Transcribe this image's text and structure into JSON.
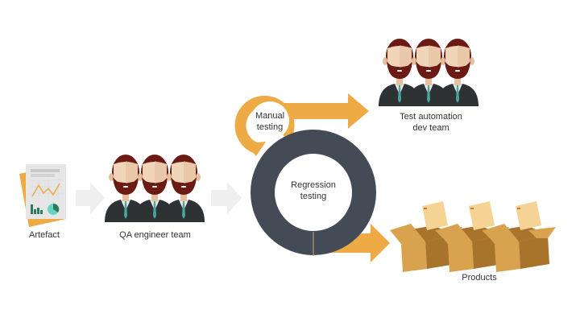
{
  "diagram": {
    "title": "Regression testing workflow",
    "nodes": {
      "artefact": {
        "label": "Artefact"
      },
      "qa_team": {
        "label": "QA engineer team"
      },
      "manual": {
        "label_line1": "Manual",
        "label_line2": "testing"
      },
      "regression": {
        "label_line1": "Regression",
        "label_line2": "testing"
      },
      "automation": {
        "label_line1": "Test automation",
        "label_line2": "dev team"
      },
      "products": {
        "label": "Products"
      }
    },
    "colors": {
      "ring": "#434c56",
      "accent_orange": "#eeab45",
      "arrow_gray": "#efefef",
      "hair": "#6b1a14",
      "skin": "#f1d5b8",
      "skin_shade": "#e5c09f",
      "suit": "#2f3235",
      "tie": "#4aa59a",
      "box": "#d9a24e",
      "box_dark": "#a8742c",
      "folder": "#f4d394"
    }
  }
}
